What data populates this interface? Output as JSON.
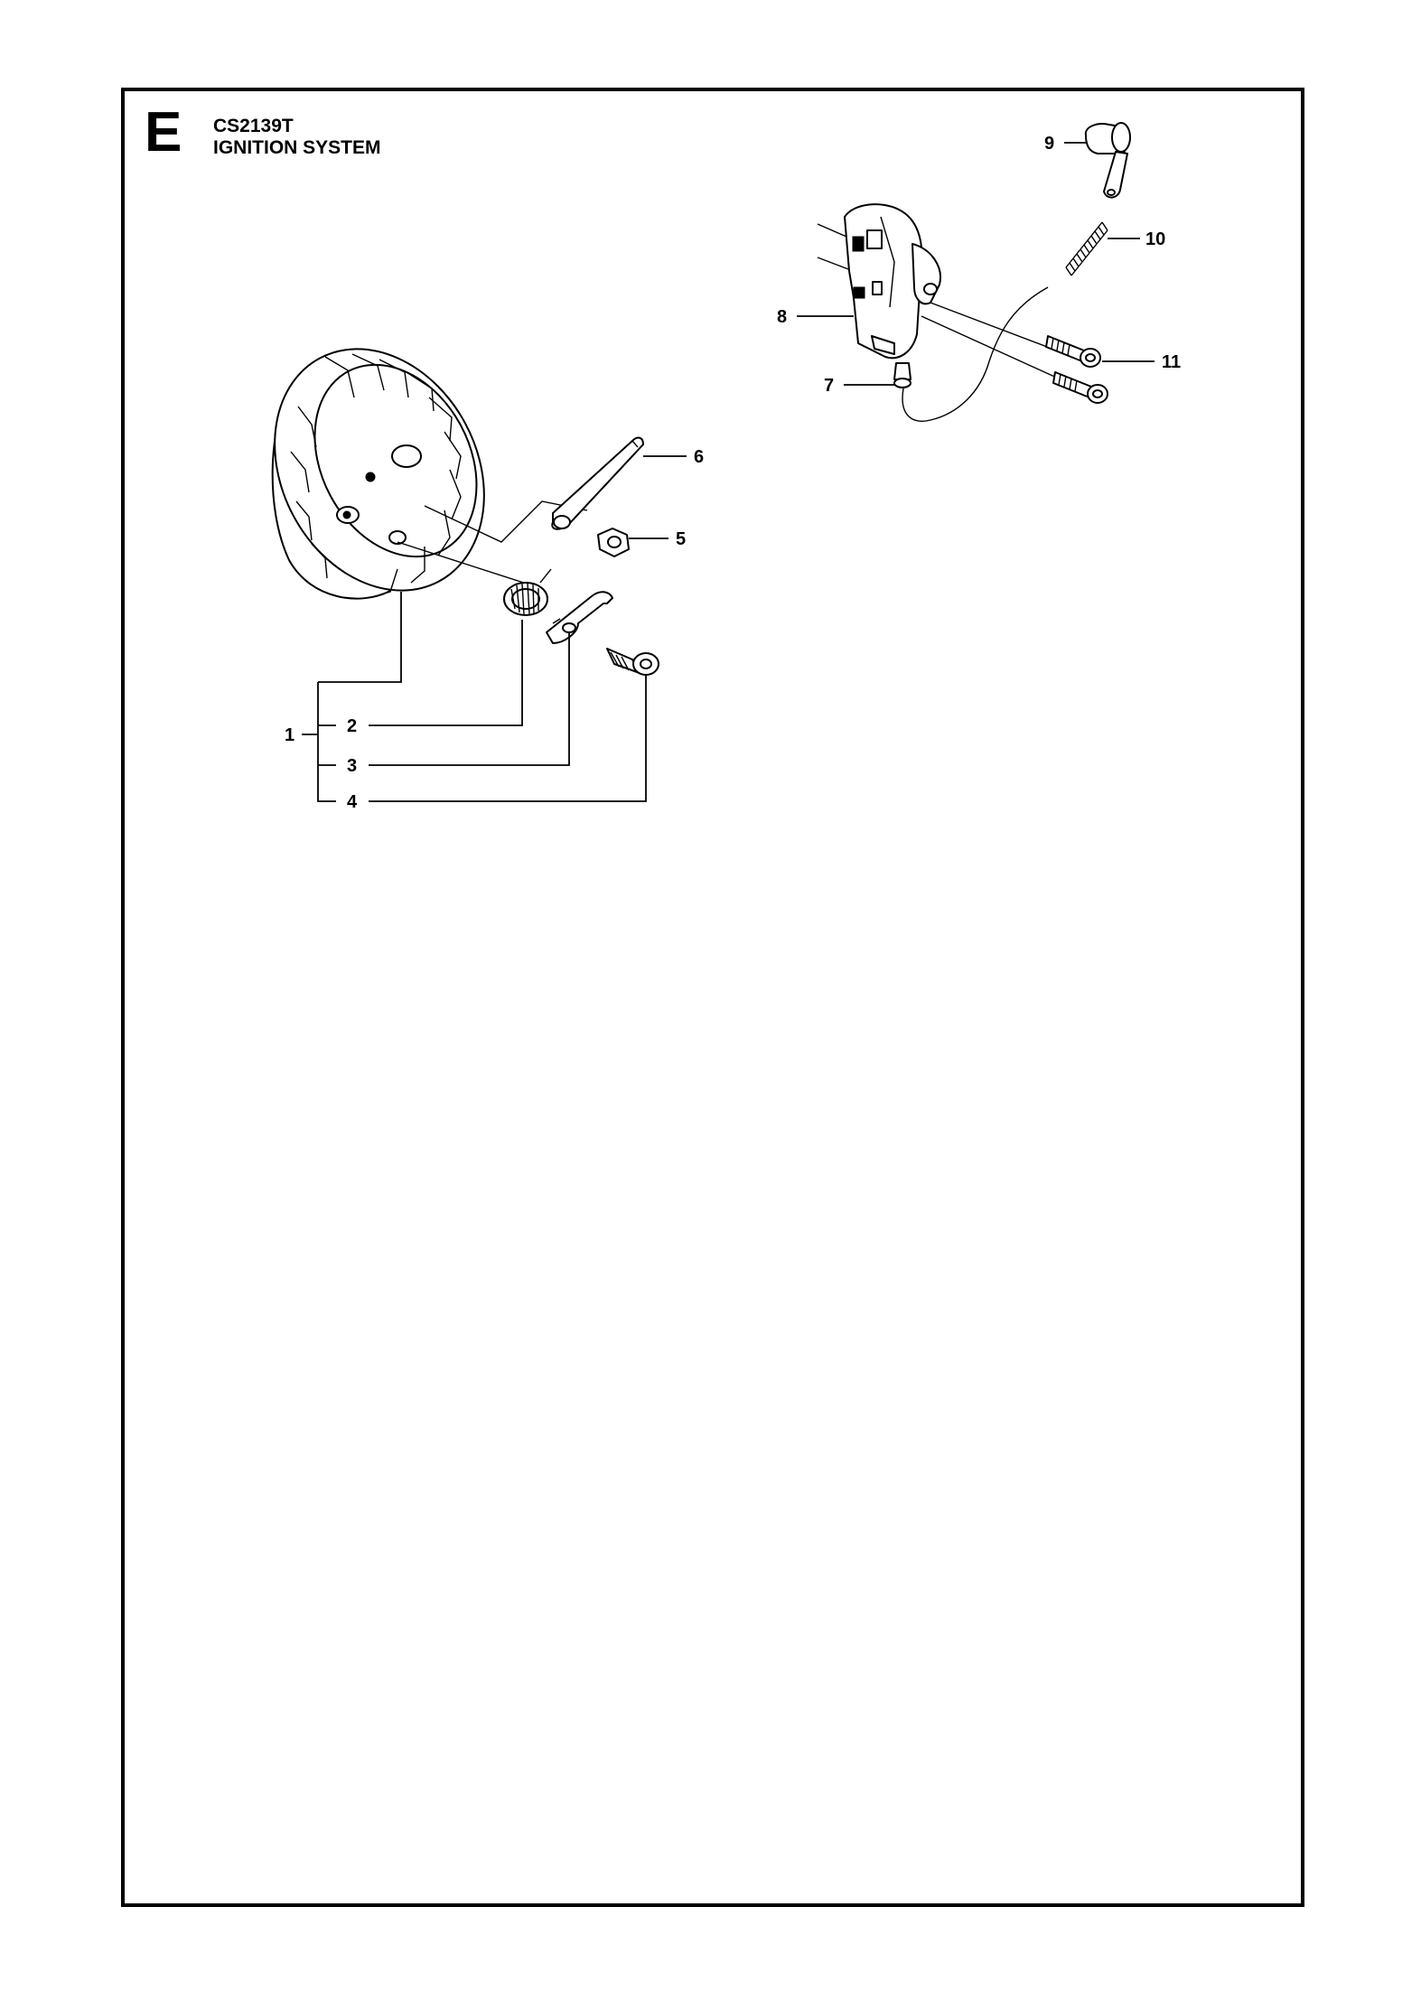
{
  "section": {
    "letter": "E",
    "model": "CS2139T",
    "title": "IGNITION SYSTEM"
  },
  "callouts": {
    "c1": "1",
    "c2": "2",
    "c3": "3",
    "c4": "4",
    "c5": "5",
    "c6": "6",
    "c7": "7",
    "c8": "8",
    "c9": "9",
    "c10": "10",
    "c11": "11"
  }
}
